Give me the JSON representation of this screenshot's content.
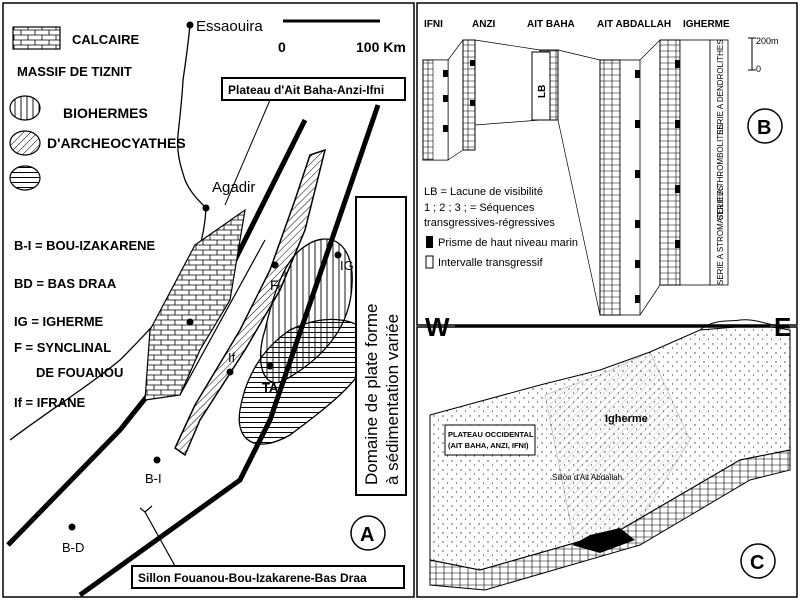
{
  "panel_a": {
    "letter": "A",
    "legend": {
      "calcaire_1": "CALCAIRE",
      "calcaire_2": "MASSIF DE TIZNIT",
      "bioherm_1": "BIOHERMES",
      "bioherm_2": "D'ARCHEOCYATHES"
    },
    "abbreviations": [
      "B-I = BOU-IZAKARENE",
      "BD = BAS DRAA",
      "IG = IGHERME",
      "F = SYNCLINAL",
      "DE FOUANOU",
      "If = IFRANE"
    ],
    "places": {
      "essaouira": "Essaouira",
      "agadir": "Agadir",
      "f": "F",
      "if": "If",
      "ta": "TA",
      "ig": "IG",
      "bi": "B-I",
      "bd": "B-D"
    },
    "scale": {
      "zero": "0",
      "hundred": "100 Km"
    },
    "box_plateau": "Plateau d'Ait Baha-Anzi-Ifni",
    "box_domain_1": "Domaine de plate forme",
    "box_domain_2": "à sédimentation variée",
    "box_sillon": "Sillon Fouanou-Bou-Izakarene-Bas Draa"
  },
  "panel_b": {
    "letter": "B",
    "columns": [
      "IFNI",
      "ANZI",
      "AIT BAHA",
      "AIT ABDALLAH",
      "IGHERME"
    ],
    "lb": "LB",
    "scale_top": "200m",
    "scale_zero": "0",
    "legend": [
      "LB = Lacune de visibilité",
      "1 ; 2 ; 3 ; = Séquences",
      "transgressives-régressives",
      "Prisme de haut niveau marin",
      "Intervalle transgressif"
    ],
    "series": [
      "SERIE A DENDROLITHES",
      "SERIE A THROMBOLITES",
      "SERIE A STROMATOLITES"
    ]
  },
  "panel_c": {
    "letter": "C",
    "w": "W",
    "e": "E",
    "plateau_1": "PLATEAU OCCIDENTAL",
    "plateau_2": "(AIT BAHA, ANZI, IFNI)",
    "igherme": "Igherme",
    "sillon": "Sillon d'Ait Abdallah"
  }
}
